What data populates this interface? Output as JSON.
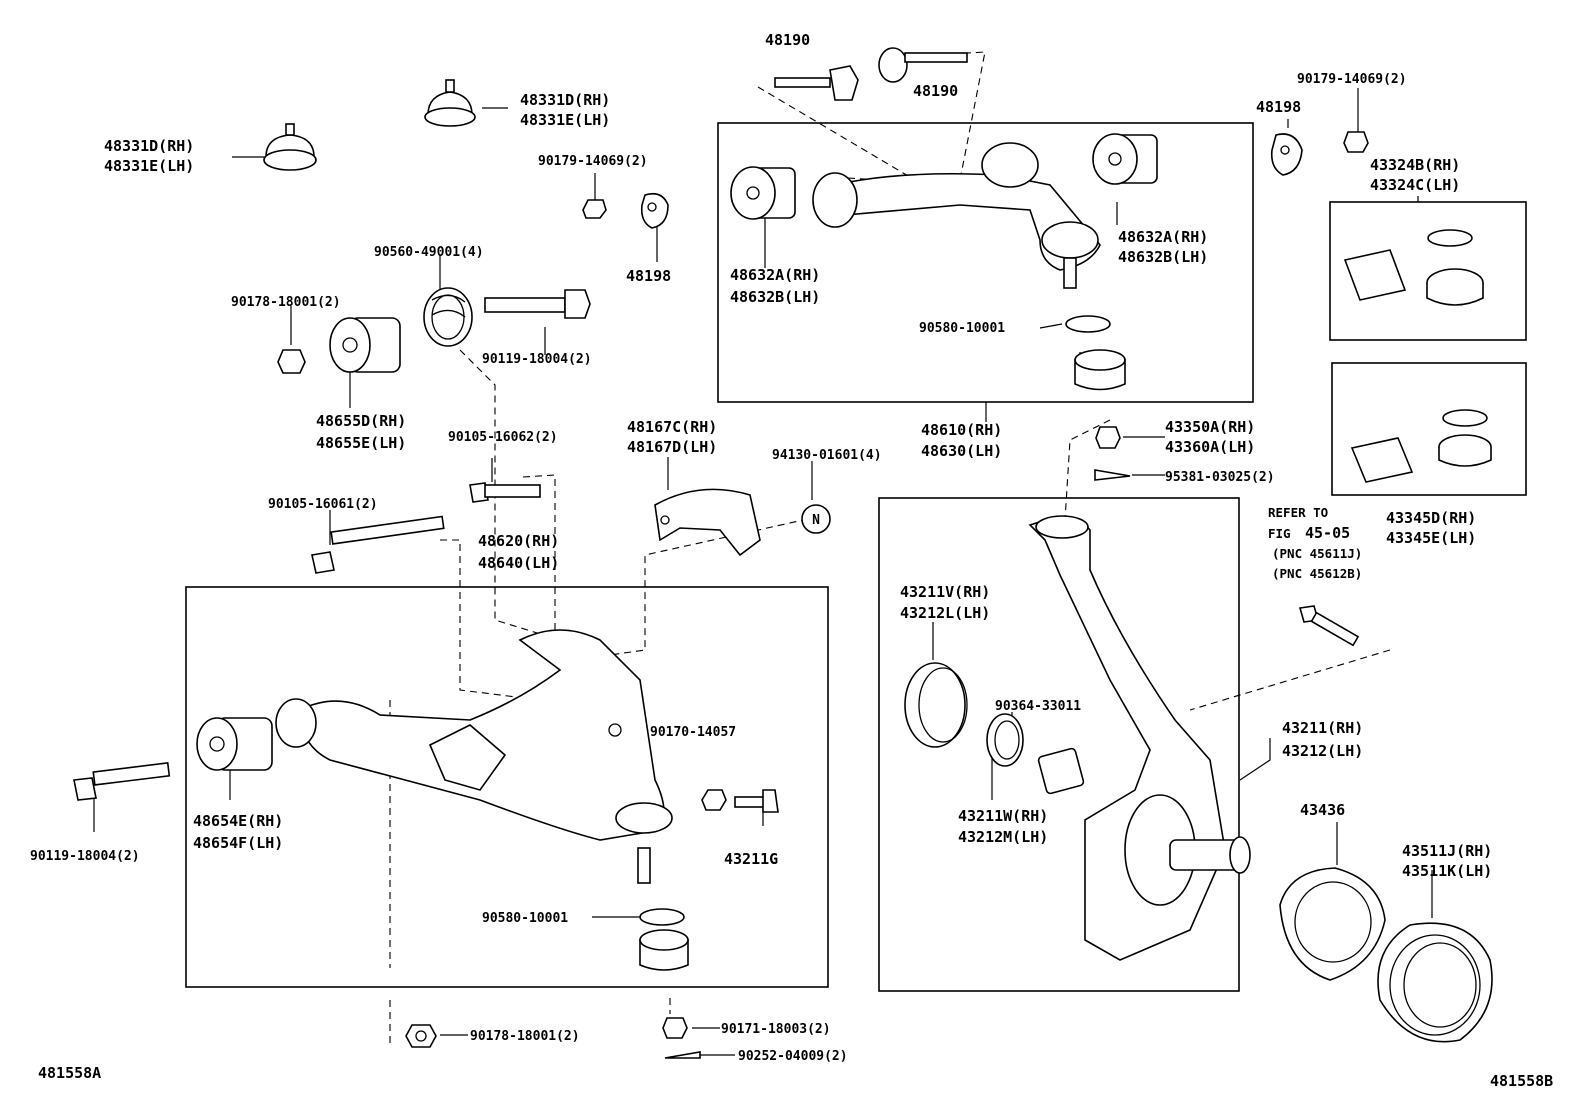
{
  "diagram": {
    "code_left": "481558A",
    "code_right": "481558B",
    "refer": {
      "line1": "REFER TO",
      "line2_prefix": "FIG",
      "line2_fig": "45-05",
      "line3": "(PNC 45611J)",
      "line4": "(PNC 45612B)"
    },
    "circle_note": "N",
    "labels": {
      "p48190_top": "48190",
      "p48190_right": "48190",
      "p48331_upper_rh": "48331D(RH)",
      "p48331_upper_lh": "48331E(LH)",
      "p48331_left_rh": "48331D(RH)",
      "p48331_left_lh": "48331E(LH)",
      "p90179_left": "90179-14069(2)",
      "p48198_left": "48198",
      "p90560": "90560-49001(4)",
      "p90178_top": "90178-18001(2)",
      "p90119_top": "90119-18004(2)",
      "p48655_rh": "48655D(RH)",
      "p48655_lh": "48655E(LH)",
      "p90105_62": "90105-16062(2)",
      "p90105_61": "90105-16061(2)",
      "p48620_rh": "48620(RH)",
      "p48640_lh": "48640(LH)",
      "p48167_rh": "48167C(RH)",
      "p48167_lh": "48167D(LH)",
      "p94130": "94130-01601(4)",
      "p48632_left_rh": "48632A(RH)",
      "p48632_left_lh": "48632B(LH)",
      "p48632_right_rh": "48632A(RH)",
      "p48632_right_lh": "48632B(LH)",
      "p90580_upper": "90580-10001",
      "p48610_rh": "48610(RH)",
      "p48630_lh": "48630(LH)",
      "p43350_rh": "43350A(RH)",
      "p43360_lh": "43360A(LH)",
      "p95381": "95381-03025(2)",
      "p48198_right": "48198",
      "p90179_right": "90179-14069(2)",
      "p43324_rh": "43324B(RH)",
      "p43324_lh": "43324C(LH)",
      "p43345_rh": "43345D(RH)",
      "p43345_lh": "43345E(LH)",
      "p43211v_rh": "43211V(RH)",
      "p43212l_lh": "43212L(LH)",
      "p90364": "90364-33011",
      "p43211w_rh": "43211W(RH)",
      "p43212m_lh": "43212M(LH)",
      "p43211_rh": "43211(RH)",
      "p43212_lh": "43212(LH)",
      "p43436": "43436",
      "p43511_rh": "43511J(RH)",
      "p43511_lh": "43511K(LH)",
      "p90170": "90170-14057",
      "p43211g": "43211G",
      "p90580_lower": "90580-10001",
      "p48654_rh": "48654E(RH)",
      "p48654_lh": "48654F(LH)",
      "p90119_left": "90119-18004(2)",
      "p90178_bottom": "90178-18001(2)",
      "p90171": "90171-18003(2)",
      "p90252": "90252-04009(2)"
    }
  }
}
